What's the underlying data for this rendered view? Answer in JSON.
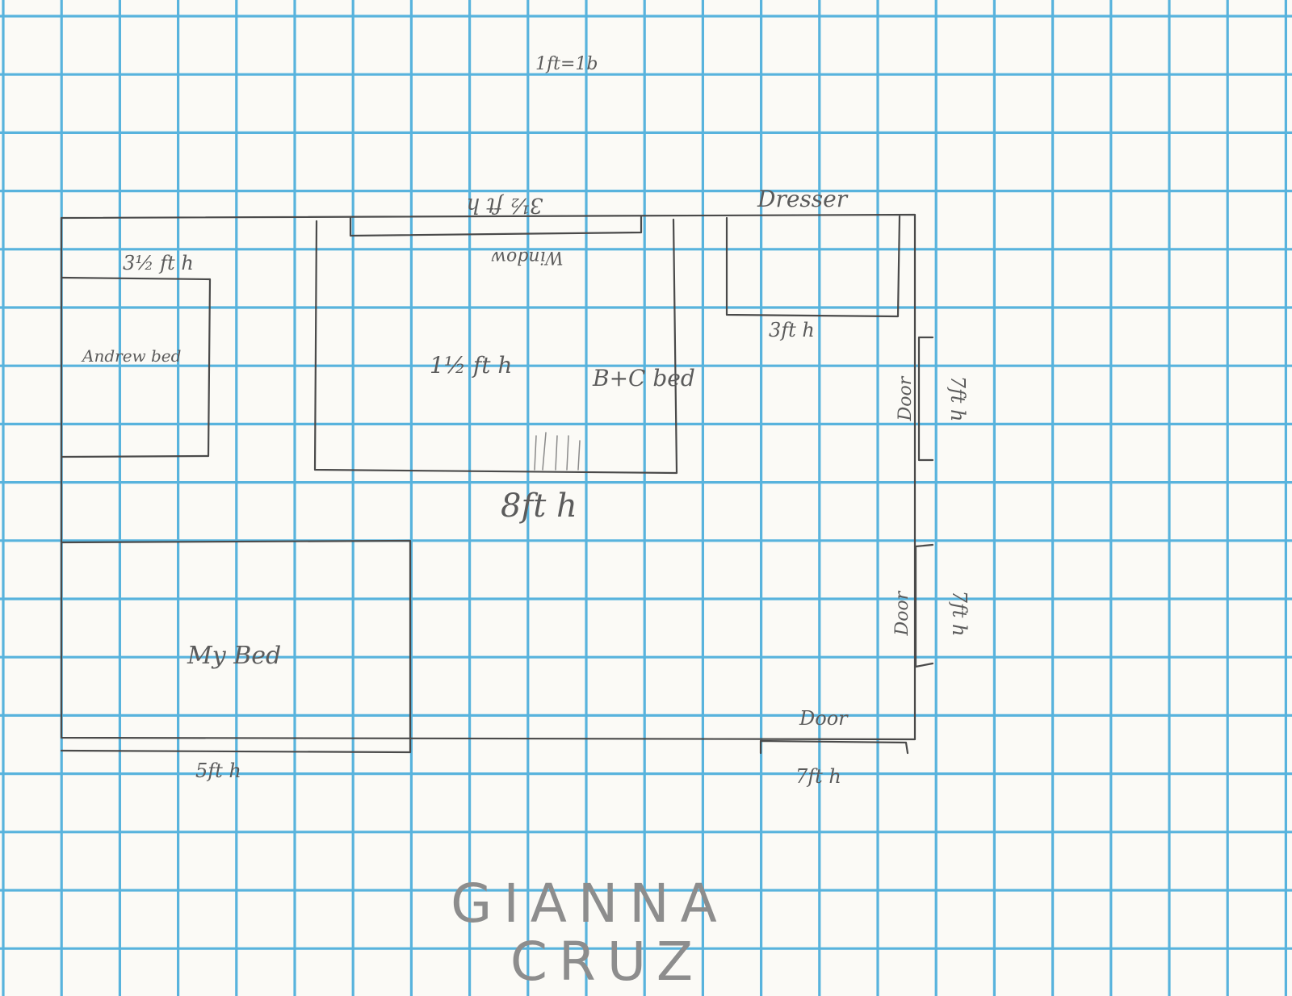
{
  "paper": {
    "grid_color": "#58b3dd",
    "paper_color": "#fbfaf6",
    "pencil_color": "#4a4a4a"
  },
  "labels": {
    "scale": "1ft=1b",
    "window_dim": "3½ ft h",
    "window": "Window",
    "dresser": "Dresser",
    "dresser_dim": "3ft h",
    "andrew_dim": "3½ ft h",
    "andrew_bed": "Andrew bed",
    "bc_dim": "1½ ft h",
    "bc_bed": "B+C bed",
    "bc_width": "8ft h",
    "my_bed": "My Bed",
    "my_bed_dim": "5ft h",
    "door_1": "Door",
    "door_1_dim": "7ft h",
    "door_2": "Door",
    "door_2_dim": "7ft h",
    "door_3": "Door",
    "door_3_dim": "7ft h"
  },
  "author": {
    "first": "GIANNA",
    "last": "CRUZ"
  }
}
